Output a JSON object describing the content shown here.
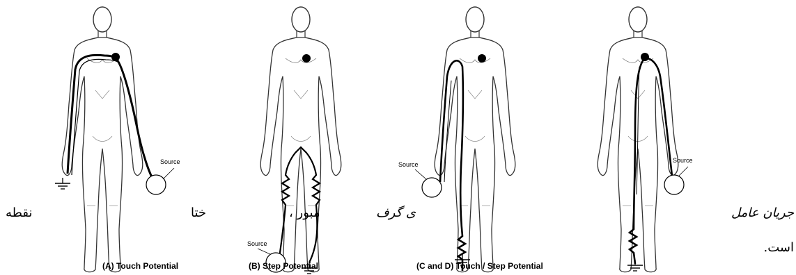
{
  "figure": {
    "source_label": "Source",
    "captions": {
      "a": "(A) Touch Potential",
      "b": "(B) Step Potential",
      "cd": "(C and D) Touch / Step Potential"
    }
  },
  "paragraph": {
    "line1": {
      "right": "جریان عامل",
      "mid_right": "ی گرف",
      "mid": "مبور ،",
      "mid_left": "ختا",
      "left": "نقطه"
    },
    "line2": "است."
  },
  "colors": {
    "figure_line": "#000000",
    "outline": "#333333"
  }
}
